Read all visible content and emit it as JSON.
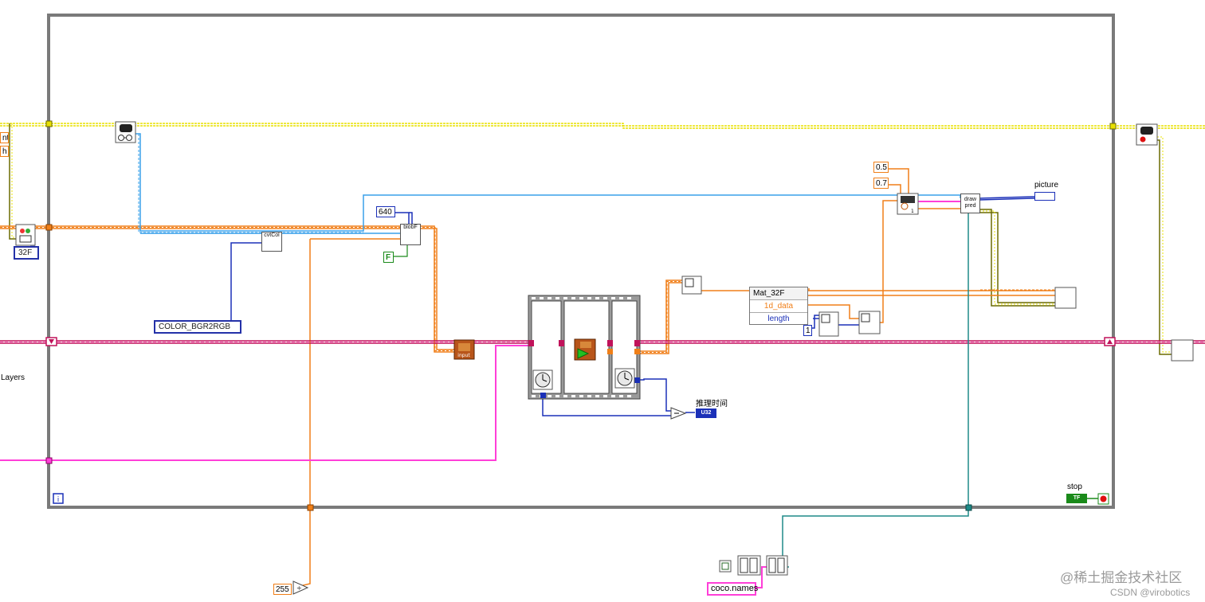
{
  "labels": {
    "left_top_1": "nt",
    "left_top_2": "h",
    "left_type": "32F",
    "left_layers": "Layers",
    "color_enum": "COLOR_BGR2RGB",
    "picture": "picture",
    "infer_time": "推理时间",
    "stop": "stop",
    "stop_tf": "TF",
    "indicator_u32": "U32"
  },
  "constants": {
    "size_640": "640",
    "bool_f": "F",
    "conf_05": "0.5",
    "nms_07": "0.7",
    "index_1": "1",
    "scale_255": "255",
    "coco_names": "coco.names"
  },
  "cluster": {
    "title": "Mat_32F",
    "field_1": "1d_data",
    "field_2": "length"
  },
  "nodes": {
    "cvtcolor": "cvtCol",
    "blob": "blobF",
    "input": "input",
    "draw_pred": "draw\npred"
  },
  "watermark": {
    "line_1": "@稀土掘金技术社区",
    "line_2": "CSDN @virobotics"
  },
  "colors": {
    "loop_border": "#7a7a7a",
    "wire_yellow": "#e8e000",
    "wire_orange": "#f07f18",
    "wire_pink": "#ff3fd8",
    "wire_magenta": "#c0125a",
    "wire_blue": "#1b30b8",
    "wire_lightblue": "#3aa0ea",
    "wire_teal": "#1e8a88",
    "wire_olive": "#6b6b00"
  },
  "icons": [
    "glasses-icon",
    "camera-icon",
    "shield-icon",
    "clock-icon",
    "run-arrow-icon",
    "stop-button-icon",
    "info-icon"
  ]
}
